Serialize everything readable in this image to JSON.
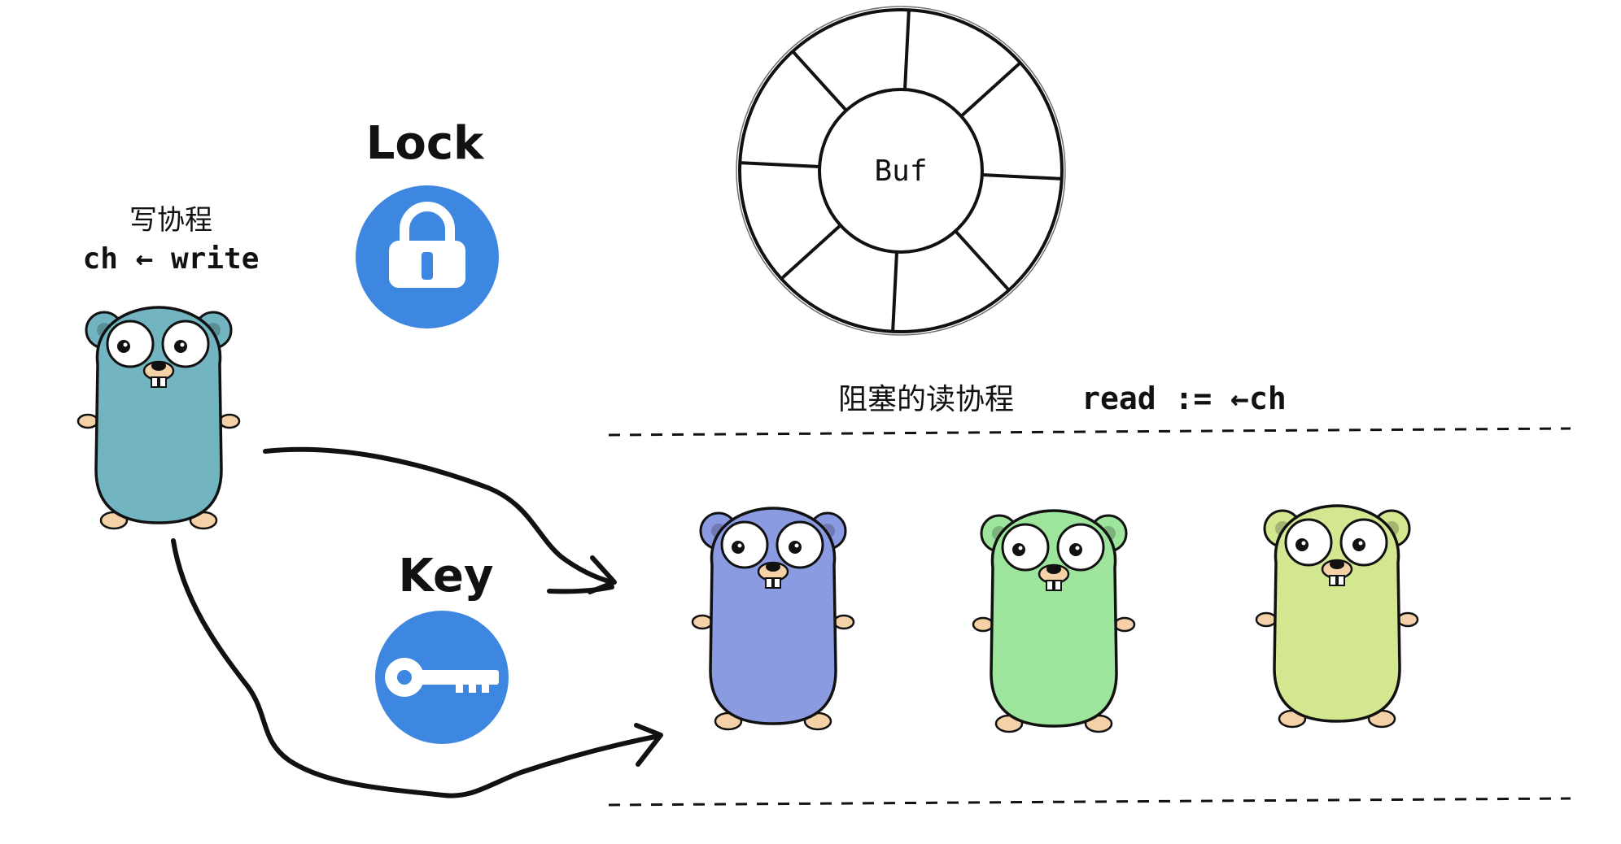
{
  "writer": {
    "title": "写协程",
    "code": "ch ← write",
    "color": "#72b5c0"
  },
  "lock": {
    "label": "Lock",
    "icon": "lock-icon",
    "color": "#3d87e0"
  },
  "key": {
    "label": "Key",
    "icon": "key-icon",
    "color": "#3d87e0"
  },
  "buffer": {
    "label": "Buf",
    "segments": 8
  },
  "readers": {
    "caption": "阻塞的读协程",
    "code": "read := ←ch",
    "colors": [
      "#8b9be2",
      "#9de59d",
      "#d3e690"
    ]
  }
}
